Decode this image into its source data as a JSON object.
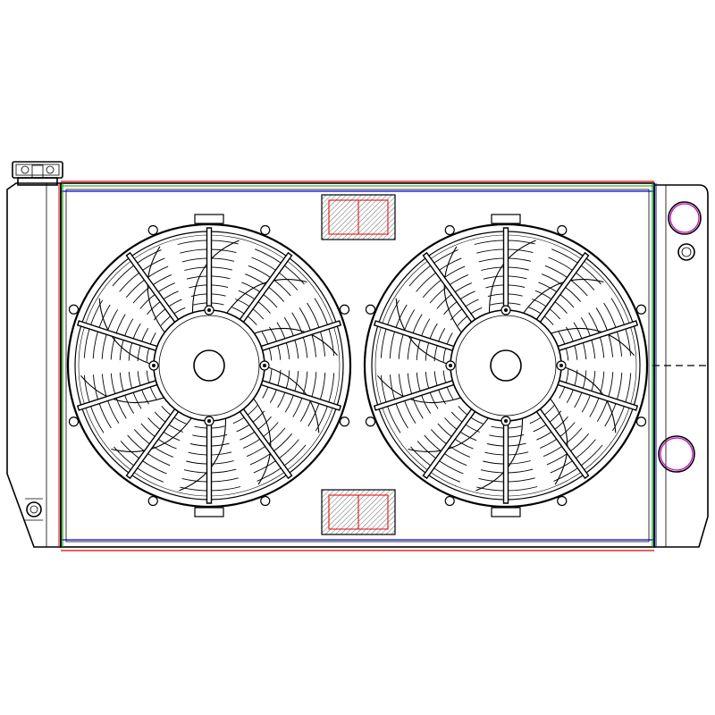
{
  "drawing": {
    "subject": "radiator-with-dual-fan-shroud",
    "fan_count": 2,
    "blade_count": 10,
    "guide_line_colors": {
      "red": "#e00000",
      "green": "#00a000",
      "blue": "#0000d0",
      "magenta": "#c000c0",
      "outline": "#000000"
    },
    "icons": {
      "fan_left": "fan-icon",
      "fan_right": "fan-icon",
      "filler_cap": "radiator-cap-icon",
      "drain_plug": "drain-plug-icon"
    }
  }
}
